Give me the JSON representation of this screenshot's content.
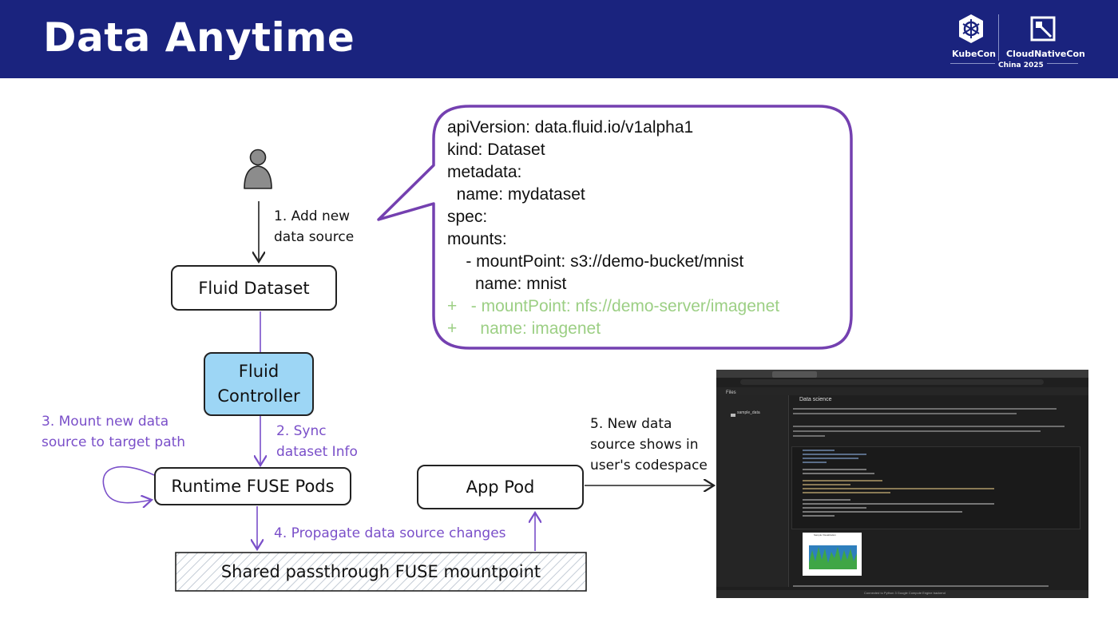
{
  "header": {
    "title": "Data Anytime",
    "logo_left": "KubeCon",
    "logo_right": "CloudNativeCon",
    "logo_sub": "China 2025"
  },
  "steps": {
    "step1": [
      "1. Add new",
      "data source"
    ],
    "step2": [
      "2. Sync",
      "dataset Info"
    ],
    "step3": [
      "3. Mount new data",
      "source to target path"
    ],
    "step4": "4. Propagate data source changes",
    "step5": [
      "5. New data",
      "source shows in",
      "user's codespace"
    ]
  },
  "boxes": {
    "fluid_dataset": "Fluid Dataset",
    "fluid_controller": [
      "Fluid",
      "Controller"
    ],
    "runtime_fuse_pods": "Runtime FUSE Pods",
    "app_pod": "App Pod",
    "shared_mountpoint": "Shared passthrough FUSE mountpoint"
  },
  "yaml_lines": [
    {
      "text": "apiVersion: data.fluid.io/v1alpha1",
      "added": false
    },
    {
      "text": "kind: Dataset",
      "added": false
    },
    {
      "text": "metadata:",
      "added": false
    },
    {
      "text": "  name: mydataset",
      "added": false
    },
    {
      "text": "spec:",
      "added": false
    },
    {
      "text": "mounts:",
      "added": false
    },
    {
      "text": "    - mountPoint: s3://demo-bucket/mnist",
      "added": false
    },
    {
      "text": "      name: mnist",
      "added": false
    },
    {
      "text": "+   - mountPoint: nfs://demo-server/imagenet",
      "added": true
    },
    {
      "text": "+     name: imagenet",
      "added": true
    }
  ],
  "colors": {
    "header_bg": "#1a237e",
    "purple": "#7a4fc9",
    "controller_fill": "#9dd6f5",
    "added_line": "#9ccf84"
  },
  "screenshot": {
    "sidebar_title": "Files",
    "folder_item": "sample_data",
    "section_heading": "Data science",
    "chart_title": "Sample Visualization",
    "status_text": "Connected to Python 3 Google Compute Engine backend"
  }
}
